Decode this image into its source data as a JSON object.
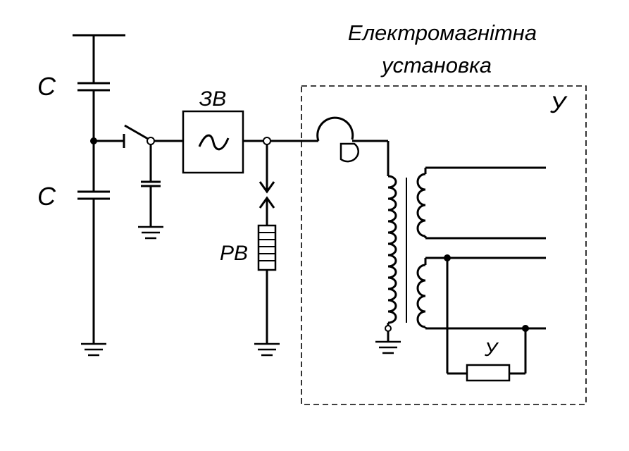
{
  "title": {
    "line1": "Електромагнітна",
    "line2": "установка"
  },
  "labels": {
    "capacitor_top": "C",
    "capacitor_bottom": "C",
    "filter": "ЗВ",
    "arrester": "РВ",
    "enclosure": "У",
    "load": "У"
  },
  "colors": {
    "line": "#000000",
    "background": "#ffffff"
  },
  "icons": {
    "filter": "sine-wave-icon",
    "ground": "ground-icon"
  }
}
